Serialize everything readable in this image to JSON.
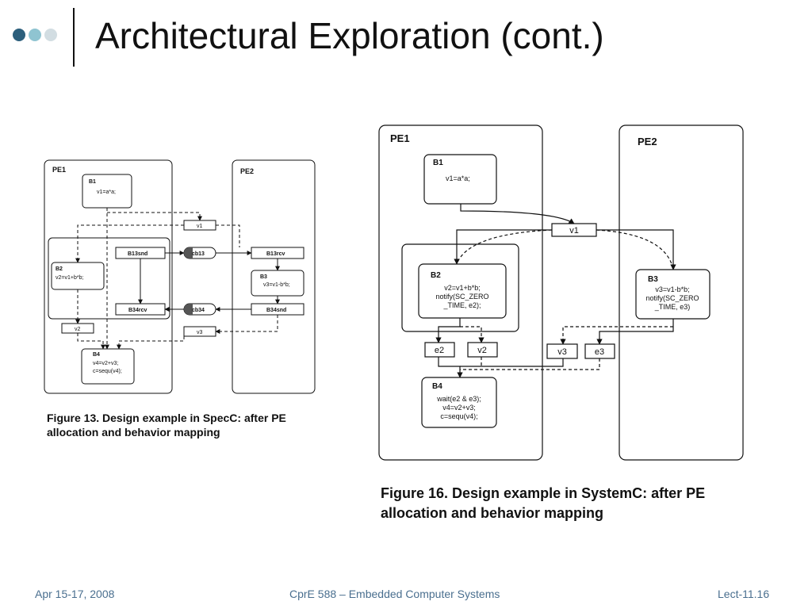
{
  "title": "Architectural Exploration (cont.)",
  "colors": {
    "accent_dark": "#2c5f7c",
    "accent_light": "#8fc4d1",
    "accent_pale": "#d2dde2",
    "footer": "#4a6f8f"
  },
  "fig13": {
    "caption": "Figure 13. Design example in SpecC: after PE allocation and behavior mapping",
    "pe1": "PE1",
    "pe2": "PE2",
    "b1": {
      "name": "B1",
      "code": "v1=a*a;"
    },
    "b2": {
      "name": "B2",
      "code": "v2=v1+b*b;"
    },
    "b3": {
      "name": "B3",
      "code": "v3=v1-b*b;"
    },
    "b4": {
      "name": "B4",
      "code1": "v4=v2+v3;",
      "code2": "c=sequ(v4);"
    },
    "b13snd": "B13snd",
    "b34rcv": "B34rcv",
    "b13rcv": "B13rcv",
    "b34snd": "B34snd",
    "cb13": "cb13",
    "cb34": "cb34",
    "v1": "v1",
    "v2": "v2",
    "v3": "v3"
  },
  "fig16": {
    "caption": "Figure 16. Design example in SystemC: after PE allocation and behavior mapping",
    "pe1": "PE1",
    "pe2": "PE2",
    "b1": {
      "name": "B1",
      "code": "v1=a*a;"
    },
    "b2": {
      "name": "B2",
      "code1": "v2=v1+b*b;",
      "code2": "notify(SC_ZERO",
      "code3": "_TIME, e2);"
    },
    "b3": {
      "name": "B3",
      "code1": "v3=v1-b*b;",
      "code2": "notify(SC_ZERO",
      "code3": "_TIME, e3)"
    },
    "b4": {
      "name": "B4",
      "code1": "wait(e2 & e3);",
      "code2": "v4=v2+v3;",
      "code3": "c=sequ(v4);"
    },
    "v1": "v1",
    "e2": "e2",
    "v2": "v2",
    "v3": "v3",
    "e3": "e3"
  },
  "footer": {
    "date": "Apr 15-17, 2008",
    "course": "CprE 588 – Embedded Computer Systems",
    "lecture": "Lect-11.16"
  }
}
